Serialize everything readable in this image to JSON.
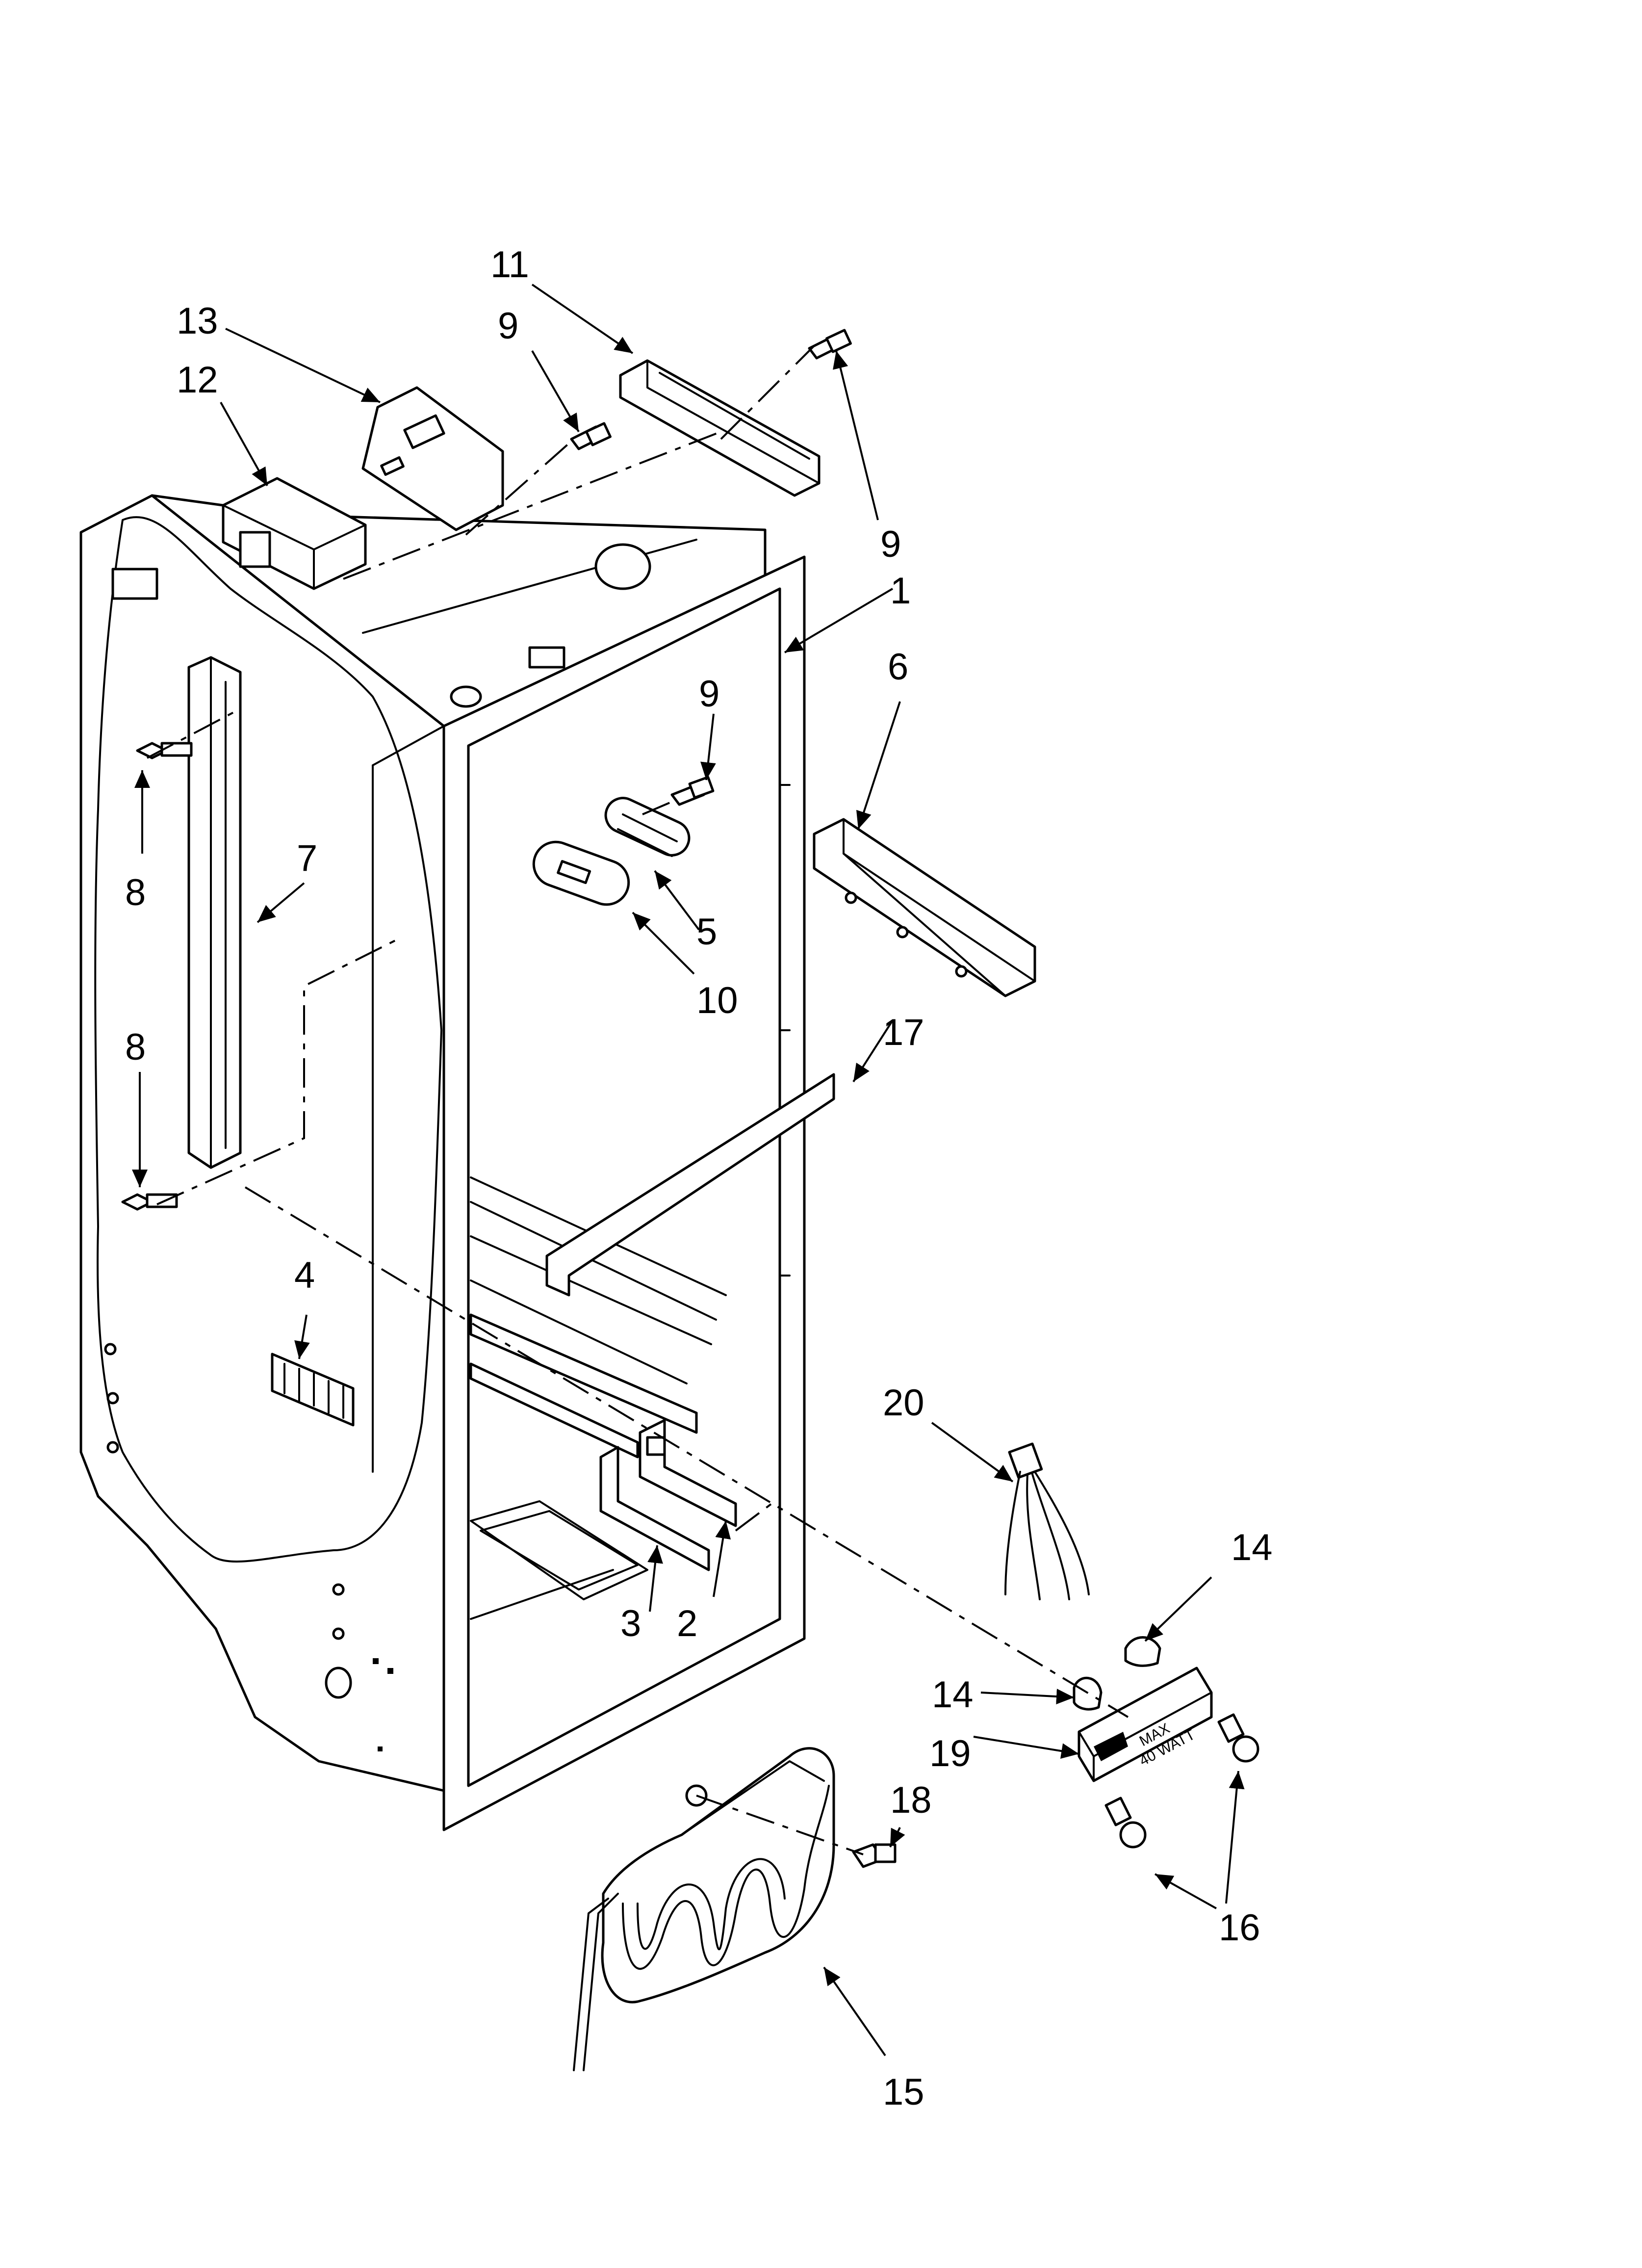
{
  "diagram": {
    "callouts": [
      {
        "id": "c1",
        "label": "1"
      },
      {
        "id": "c2",
        "label": "2"
      },
      {
        "id": "c3",
        "label": "3"
      },
      {
        "id": "c4",
        "label": "4"
      },
      {
        "id": "c5",
        "label": "5"
      },
      {
        "id": "c6",
        "label": "6"
      },
      {
        "id": "c7",
        "label": "7"
      },
      {
        "id": "c8a",
        "label": "8"
      },
      {
        "id": "c8b",
        "label": "8"
      },
      {
        "id": "c9a",
        "label": "9"
      },
      {
        "id": "c9b",
        "label": "9"
      },
      {
        "id": "c9c",
        "label": "9"
      },
      {
        "id": "c10",
        "label": "10"
      },
      {
        "id": "c11",
        "label": "11"
      },
      {
        "id": "c12",
        "label": "12"
      },
      {
        "id": "c13",
        "label": "13"
      },
      {
        "id": "c14a",
        "label": "14"
      },
      {
        "id": "c14b",
        "label": "14"
      },
      {
        "id": "c15",
        "label": "15"
      },
      {
        "id": "c16",
        "label": "16"
      },
      {
        "id": "c17",
        "label": "17"
      },
      {
        "id": "c18",
        "label": "18"
      },
      {
        "id": "c19",
        "label": "19"
      },
      {
        "id": "c20",
        "label": "20"
      }
    ],
    "socket_marking_line1": "MAX",
    "socket_marking_line2": "40 WATT"
  }
}
